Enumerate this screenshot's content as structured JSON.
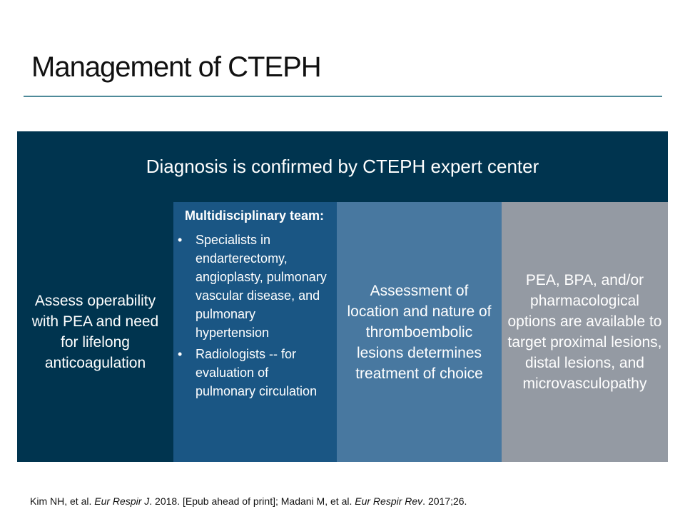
{
  "slide": {
    "title": "Management of CTEPH",
    "header": "Diagnosis is confirmed by CTEPH expert center",
    "columns": [
      {
        "text": "Assess operability with PEA and need for lifelong anticoagulation"
      },
      {
        "heading": "Multidisciplinary team:",
        "bullets": [
          "Specialists in endarterectomy, angioplasty, pulmonary vascular disease, and pulmonary hypertension",
          "Radiologists -- for evaluation of pulmonary circulation"
        ]
      },
      {
        "text": "Assessment of location and nature of thromboembolic lesions determines treatment of choice"
      },
      {
        "text": "PEA, BPA, and/or pharmacological options are available to target proximal lesions, distal lesions, and microvasculopathy"
      }
    ],
    "bullet_glyph": "•",
    "citation": {
      "part1": "Kim NH, et al. ",
      "journal1": "Eur Respir J",
      "part2": ". 2018. [Epub ahead of print]; Madani M, et al. ",
      "journal2": "Eur Respir Rev",
      "part3": ". 2017;26."
    },
    "colors": {
      "dark_navy": "#00344f",
      "mid_blue": "#1a5684",
      "steel_blue": "#4878a0",
      "gray": "#949aa3",
      "rule": "#4e8a99"
    }
  }
}
